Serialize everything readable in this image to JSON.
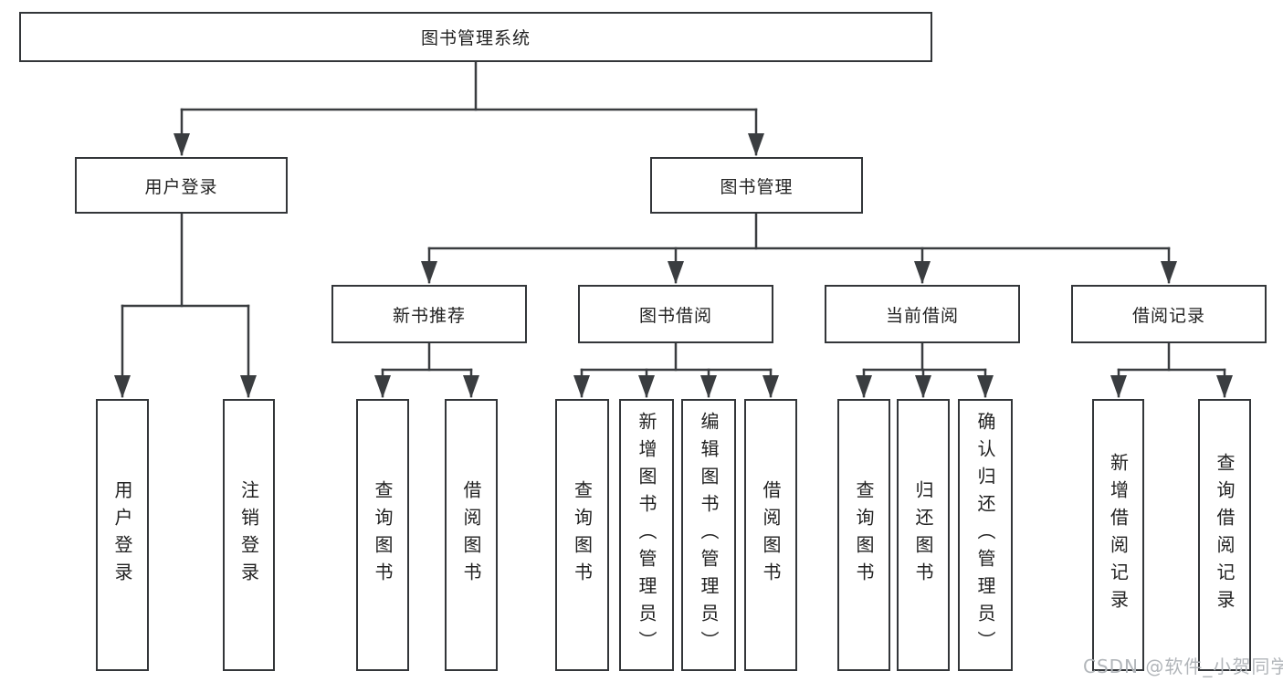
{
  "diagram": {
    "type": "hierarchy-tree",
    "root": {
      "label": "图书管理系统"
    },
    "level2": [
      {
        "id": "user_login",
        "label": "用户登录",
        "parent": "root"
      },
      {
        "id": "book_management",
        "label": "图书管理",
        "parent": "root"
      }
    ],
    "level3": [
      {
        "id": "new_book_recommend",
        "label": "新书推荐",
        "parent": "book_management"
      },
      {
        "id": "book_borrow",
        "label": "图书借阅",
        "parent": "book_management"
      },
      {
        "id": "current_borrow",
        "label": "当前借阅",
        "parent": "book_management"
      },
      {
        "id": "borrow_records",
        "label": "借阅记录",
        "parent": "book_management"
      }
    ],
    "leaves": {
      "user_login": [
        "用户登录",
        "注销登录"
      ],
      "new_book_recommend": [
        "查询图书",
        "借阅图书"
      ],
      "book_borrow": [
        "查询图书",
        "新增图书（管理员）",
        "编辑图书（管理员）",
        "借阅图书"
      ],
      "current_borrow": [
        "查询图书",
        "归还图书",
        "确认归还（管理员）"
      ],
      "borrow_records": [
        "新增借阅记录",
        "查询借阅记录"
      ]
    }
  },
  "watermark": {
    "text": "CSDN @软件_小贺同学"
  },
  "colors": {
    "line": "#3a3d40",
    "border": "#333639",
    "text": "#222222",
    "watermark": "#b2b6ba",
    "background": "#ffffff"
  }
}
